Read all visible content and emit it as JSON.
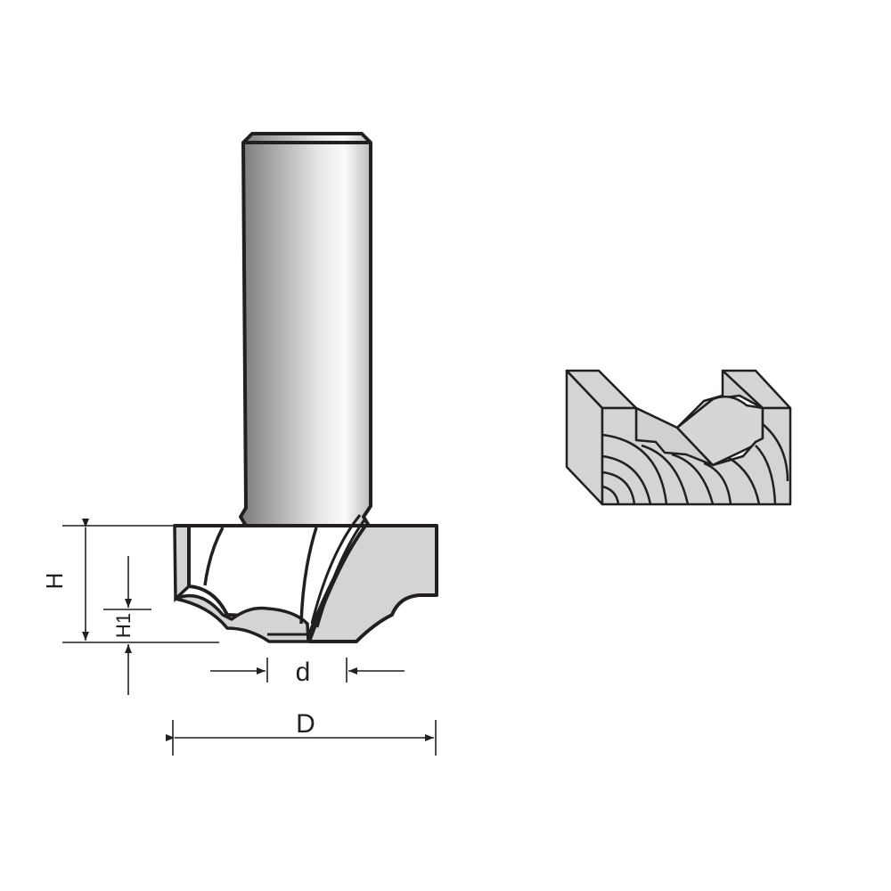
{
  "diagram": {
    "subject": "Router bit (classical / ogee profile) with shank",
    "dimensions": {
      "height_label": "H",
      "profile_height_label": "H1",
      "inner_diameter_label": "d",
      "outer_diameter_label": "D"
    },
    "colors": {
      "outline": "#231f20",
      "fill_gray": "#d4d4d4",
      "background": "#ffffff"
    },
    "workpiece": {
      "description": "Wood block showing routed groove profile with end grain"
    }
  }
}
